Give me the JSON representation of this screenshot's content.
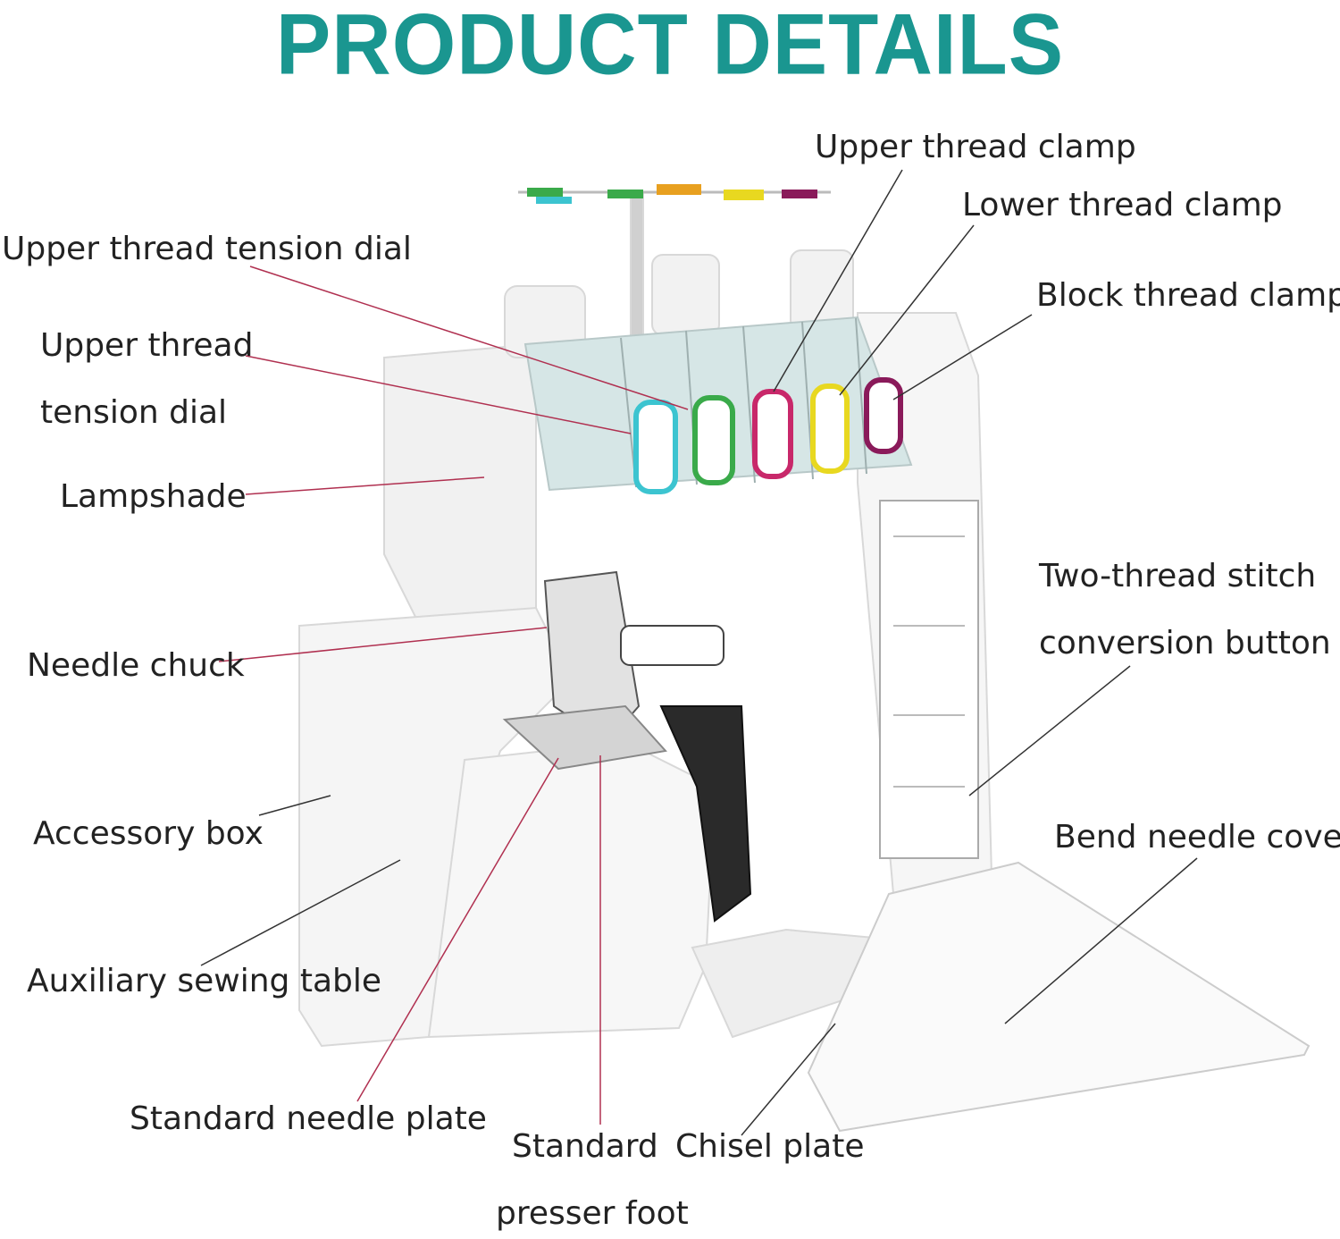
{
  "title": "PRODUCT DETAILS",
  "colors": {
    "title": "#1a9690",
    "leader_line": "#b03050",
    "leader_line_dark": "#333333",
    "machine_body": "#f3f3f3",
    "panel": "#cfe0e0",
    "thread_cyan": "#3cc4d0",
    "thread_green": "#3aaa4a",
    "thread_pink": "#c8286a",
    "thread_yellow": "#e8d820",
    "thread_purple": "#8a1a5a"
  },
  "labels": {
    "upper_thread_clamp": "Upper thread clamp",
    "lower_thread_clamp": "Lower thread clamp",
    "block_thread_clamp": "Block thread clamp",
    "upper_thread_tension_dial_1": "Upper thread tension dial",
    "upper_thread_tension_dial_2a": "Upper thread",
    "upper_thread_tension_dial_2b": "tension dial",
    "lampshade": "Lampshade",
    "needle_chuck": "Needle chuck",
    "two_thread_a": "Two-thread stitch",
    "two_thread_b": "conversion button",
    "accessory_box": "Accessory box",
    "bend_needle_cover": "Bend needle cover",
    "auxiliary_sewing_table": "Auxiliary sewing table",
    "standard_needle_plate": "Standard needle plate",
    "standard_presser_foot_a": "Standard",
    "standard_presser_foot_b": "presser foot",
    "chisel_plate": "Chisel plate"
  }
}
